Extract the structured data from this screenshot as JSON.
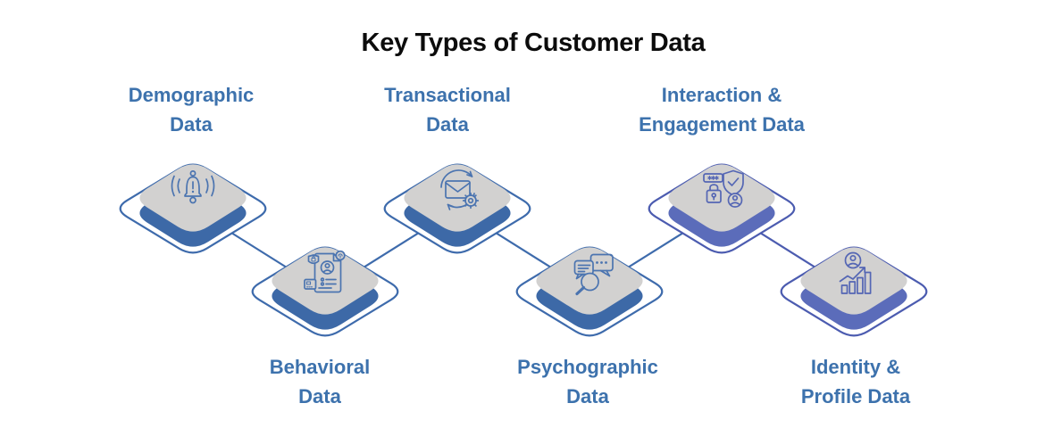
{
  "title": "Key Types of Customer Data",
  "colors": {
    "title_color": "#0c0c0c",
    "label_blue": "#3d72ad",
    "face_gray": "#d2d1d0",
    "steel_side": "#3d69a7",
    "steel_outline": "#3e6bac",
    "indigo_side": "#5b6cba",
    "indigo_outline": "#4c5cb0",
    "icon_stroke": "#4b74b0",
    "background": "#ffffff"
  },
  "nodes": [
    {
      "label_line1": "Demographic",
      "label_line2": "Data",
      "icon": "bell-alert-icon",
      "row": "top",
      "color_theme": "steel"
    },
    {
      "label_line1": "Behavioral",
      "label_line2": "Data",
      "icon": "user-document-icon",
      "row": "bottom",
      "color_theme": "steel"
    },
    {
      "label_line1": "Transactional",
      "label_line2": "Data",
      "icon": "envelope-sync-icon",
      "row": "top",
      "color_theme": "steel"
    },
    {
      "label_line1": "Psychographic",
      "label_line2": "Data",
      "icon": "chat-search-icon",
      "row": "bottom",
      "color_theme": "steel"
    },
    {
      "label_line1": "Interaction &",
      "label_line2": "Engagement Data",
      "icon": "shield-lock-icon",
      "row": "top",
      "color_theme": "indigo"
    },
    {
      "label_line1": "Identity &",
      "label_line2": "Profile Data",
      "icon": "user-chart-icon",
      "row": "bottom",
      "color_theme": "indigo"
    }
  ]
}
